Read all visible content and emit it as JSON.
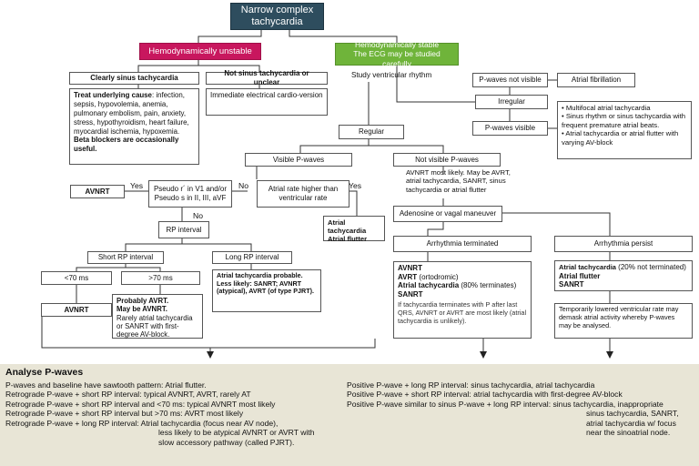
{
  "title": "Narrow complex tachycardia",
  "unstable": "Hemodynamically unstable",
  "stable": {
    "line1": "Hemodynamically stable",
    "line2": "The ECG may be studied carefully"
  },
  "study": "Study ventricular rhythm",
  "sinus": "Clearly sinus tachycardia",
  "not_sinus": "Not sinus tachycardia or unclear",
  "treat": {
    "bold": "Treat underlying cause",
    "rest": ": infection, sepsis, hypovolemia, anemia, pulmonary embolism, pain, anxiety, stress, hypothyroidism, heart failure, myocardial ischemia, hypoxemia.",
    "beta": "Beta blockers are occasionally useful."
  },
  "cardioversion": "Immediate electrical cardio-version",
  "pwaves_not_visible": "P-waves not visible",
  "atrial_fib": "Atrial fibrillation",
  "irregular": "Irregular",
  "pwaves_visible": "P-waves visible",
  "irregular_list": [
    "Multifocal atrial tachycardia",
    "Sinus rhythm or sinus tachycardia with frequent premature atrial beats.",
    "Atrial tachycardia or atrial flutter with varying AV-block"
  ],
  "regular": "Regular",
  "visible_pw": "Visible P-waves",
  "not_visible_pw": "Not visible P-waves",
  "avnrt_note": "AVNRT most likely. May be AVRT, atrial tachycardia, SANRT, sinus tachycardia or atrial flutter",
  "yes": "Yes",
  "no": "No",
  "avnrt": "AVNRT",
  "pseudo": "Pseudo r´ in V1 and/or Pseudo s in II, III, aVF",
  "atrial_rate": "Atrial rate higher than ventricular rate",
  "at_af": {
    "l1": "Atrial tachycardia",
    "l2": "Atrial flutter"
  },
  "rp_interval": "RP interval",
  "short_rp": "Short RP interval",
  "long_rp": "Long RP interval",
  "lt70": "<70 ms",
  "gt70": ">70 ms",
  "long_rp_text": {
    "l1": "Atrial tachycardia probable.",
    "l2": "Less likely: SANRT; AVNRT (atypical), AVRT (of type PJRT)."
  },
  "probably": {
    "l1": "Probably AVRT.",
    "l2": "May be AVNRT.",
    "rest": "Rarely atrial tachycardia or SANRT with first-degree AV-block."
  },
  "adenosine": "Adenosine or vagal maneuver",
  "terminated": "Arrhythmia terminated",
  "persist": "Arrhythmia persist",
  "term_box": {
    "l1": "AVNRT",
    "l2b": "AVRT",
    "l2r": " (ortodromic)",
    "l3b": "Atrial tachycardia",
    "l3r": " (80% terminates)",
    "l4": "SANRT",
    "note": "If tachycardia terminates with P after last QRS, AVNRT or AVRT are most likely (atrial tachycardia is unlikely)."
  },
  "persist_box": {
    "l1b": "Atrial tachycardia",
    "l1r": "  (20% not terminated)",
    "l2": "Atrial flutter",
    "l3": "SANRT"
  },
  "lowered": "Temporarily lowered ventricular rate may demask atrial activity whereby P-waves may be analysed.",
  "analyse": {
    "heading": "Analyse P-waves",
    "left": [
      "P-waves and baseline have sawtooth pattern: Atrial flutter.",
      "Retrograde P-wave + short RP interval: typical AVNRT, AVRT, rarely AT",
      "Retrograde P-wave + short RP interval and <70 ms: typical AVNRT most likely",
      "Retrograde P-wave + short RP interval but >70 ms: AVRT most likely",
      "Retrograde P-wave + long RP interval: Atrial tachycardia (focus near AV node),"
    ],
    "left_indent": [
      "less likely to be atypical AVNRT or AVRT with",
      "slow accessory pathway (called PJRT)."
    ],
    "right": [
      "Positive P-wave + long RP interval: sinus tachycardia, atrial tachycardia",
      "Positive P-wave + short RP interval: atrial tachycardia with first-degree AV-block",
      "Positive P-wave similar to sinus P-wave + long RP interval: sinus tachycardia, inappropriate"
    ],
    "right_indent": [
      "sinus tachycardia, SANRT,",
      "atrial tachycardia w/ focus",
      "near the sinoatrial node."
    ]
  },
  "colors": {
    "title_bg": "#2e4d5e",
    "unstable_bg": "#c8175e",
    "stable_bg": "#6fb43a",
    "bottom_bg": "#e8e5d6"
  }
}
